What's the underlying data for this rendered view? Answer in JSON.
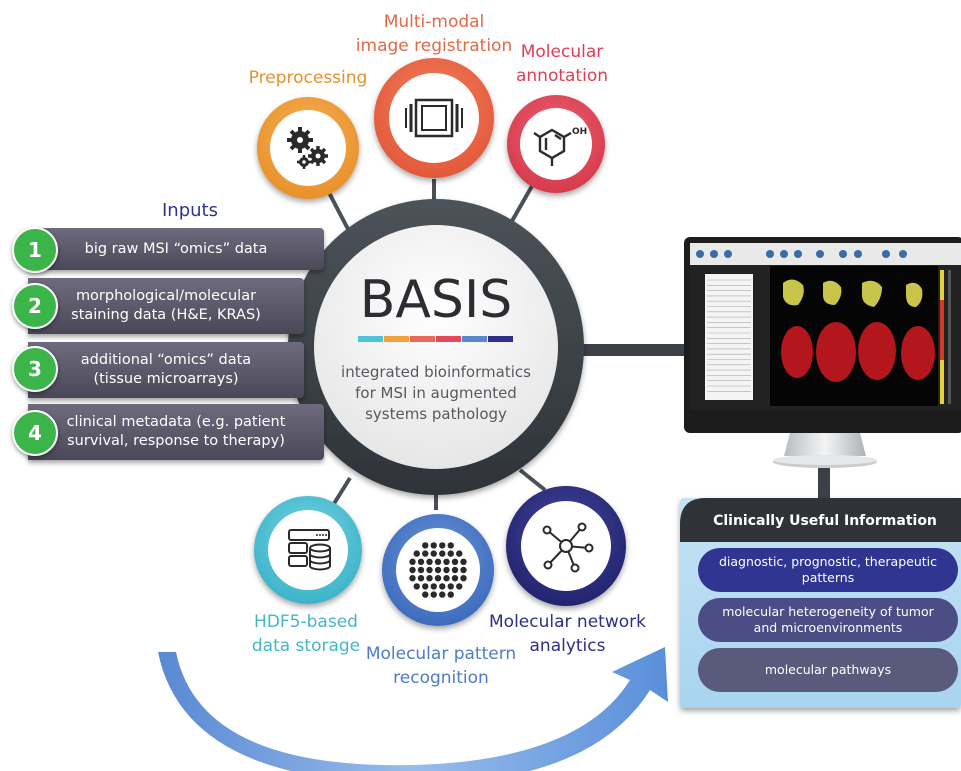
{
  "center": {
    "title": "BASIS",
    "subtitle_lines": [
      "integrated bioinformatics",
      "for MSI in augmented",
      "systems pathology"
    ],
    "stripe_colors": [
      "#4fc3d8",
      "#f2a23c",
      "#e8685a",
      "#e24a5a",
      "#5a88cc",
      "#2e2e8c"
    ]
  },
  "modules": {
    "preprocessing": {
      "label": "Preprocessing",
      "color": "#f2a23c",
      "icon": "gears-icon"
    },
    "registration": {
      "label_lines": [
        "Multi-modal",
        "image registration"
      ],
      "color": "#ee6b4d",
      "icon": "layers-icon"
    },
    "annotation": {
      "label_lines": [
        "Molecular",
        "annotation"
      ],
      "color": "#e34b5b",
      "icon": "molecule-icon"
    },
    "storage": {
      "label_lines": [
        "HDF5-based",
        "data storage"
      ],
      "color": "#4fc3d8",
      "icon": "database-icon"
    },
    "pattern": {
      "label_lines": [
        "Molecular pattern",
        "recognition"
      ],
      "color": "#4f7fcc",
      "icon": "dot-grid-icon"
    },
    "network": {
      "label_lines": [
        "Molecular network",
        "analytics"
      ],
      "color": "#2c2f86",
      "icon": "network-icon"
    }
  },
  "inputs": {
    "heading": "Inputs",
    "items": [
      {
        "num": "1",
        "lines": [
          "big raw MSI “omics” data"
        ]
      },
      {
        "num": "2",
        "lines": [
          "morphological/molecular",
          "staining data (H&E, KRAS)"
        ]
      },
      {
        "num": "3",
        "lines": [
          "additional “omics” data",
          "(tissue microarrays)"
        ]
      },
      {
        "num": "4",
        "lines": [
          "clinical metadata (e.g. patient",
          "survival, response to therapy)"
        ]
      }
    ]
  },
  "output": {
    "header": "Clinically Useful Information",
    "items": [
      {
        "lines": [
          "diagnostic, prognostic, therapeutic",
          "patterns"
        ],
        "color": "#2f3591"
      },
      {
        "lines": [
          "molecular heterogeneity of tumor",
          "and microenvironments"
        ],
        "color": "#4d4d86"
      },
      {
        "lines": [
          "molecular pathways"
        ],
        "color": "#5a5a7d"
      }
    ]
  }
}
